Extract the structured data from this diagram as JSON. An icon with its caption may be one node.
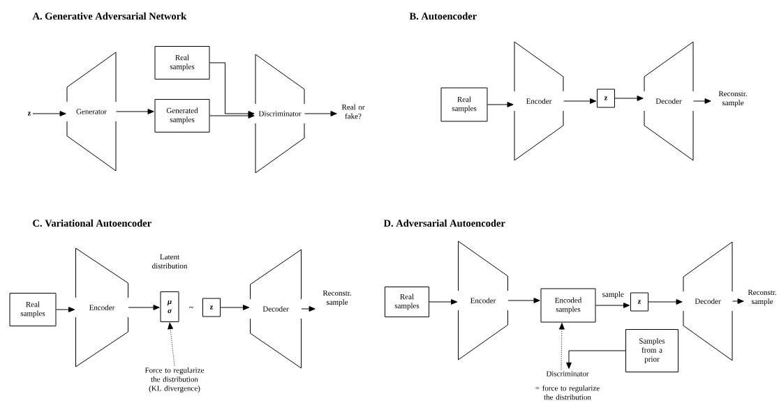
{
  "diagram": {
    "nodes": [
      {
        "text": [
          "z"
        ]
      },
      {
        "text": [
          "Generator"
        ]
      },
      {
        "text": [
          "Real samples"
        ]
      },
      {
        "text": [
          "Generated samples"
        ]
      },
      {
        "text": [
          "Discriminator"
        ]
      },
      {
        "text": [
          "Real or fake?"
        ]
      },
      {
        "text": [
          "Real samples"
        ]
      },
      {
        "text": [
          "Encoder"
        ]
      },
      {
        "text": [
          "z"
        ]
      },
      {
        "text": [
          "Decoder"
        ]
      },
      {
        "text": [
          "Reconstr. sample"
        ]
      },
      {
        "text": [
          "Real samples"
        ]
      },
      {
        "text": [
          "Encoder"
        ]
      },
      {
        "text": [
          "μ σ"
        ],
        "beside": [
          "Latent distribution"
        ]
      },
      {
        "text": [
          "z"
        ]
      },
      {
        "text": [
          "Decoder"
        ]
      },
      {
        "text": [
          "Reconstr. sample"
        ]
      },
      {
        "text": [
          "Force to regularize the distribution (KL divergence)"
        ]
      },
      {
        "text": [
          "Real samples"
        ]
      },
      {
        "text": [
          "Encoder"
        ]
      },
      {
        "text": [
          "Encoded samples"
        ]
      },
      {
        "text": [
          "z"
        ]
      },
      {
        "text": [
          "Decoder"
        ]
      },
      {
        "text": [
          "Reconstr. sample"
        ]
      },
      {
        "text": [
          "Samples from a prior"
        ]
      },
      {
        "text": [
          "Discriminator"
        ],
        "beside": [
          "= force to regularize the distribution"
        ]
      }
    ],
    "edges": [
      {
        "from": 0,
        "to": 1,
        "arrow": "to"
      },
      {
        "from": 1,
        "to": 3,
        "arrow": "to"
      },
      {
        "from": 2,
        "to": 4,
        "arrow": "to"
      },
      {
        "from": 3,
        "to": 4,
        "arrow": "to"
      },
      {
        "from": 4,
        "to": 5,
        "arrow": "to"
      },
      {
        "from": 6,
        "to": 7,
        "arrow": "to"
      },
      {
        "from": 7,
        "to": 8,
        "arrow": "to"
      },
      {
        "from": 8,
        "to": 9,
        "arrow": "to"
      },
      {
        "from": 9,
        "to": 10,
        "arrow": "to"
      },
      {
        "from": 11,
        "to": 12,
        "arrow": "to"
      },
      {
        "from": 12,
        "to": 13,
        "arrow": "to"
      },
      {
        "from": 14,
        "to": 15,
        "arrow": "to"
      },
      {
        "from": 15,
        "to": 16,
        "arrow": "to"
      },
      {
        "from": 17,
        "to": 13,
        "arrow": "to",
        "style": "dashed"
      },
      {
        "from": 18,
        "to": 19,
        "arrow": "to"
      },
      {
        "from": 19,
        "to": 20,
        "arrow": "to"
      },
      {
        "from": 20,
        "to": 21,
        "arrow": "to",
        "label": "sample"
      },
      {
        "from": 21,
        "to": 22,
        "arrow": "to"
      },
      {
        "from": 22,
        "to": 23,
        "arrow": "to"
      },
      {
        "from": 24,
        "to": 25,
        "arrow": "to"
      },
      {
        "from": 25,
        "to": 20,
        "arrow": "to",
        "style": "dashed"
      }
    ],
    "labels": [
      "A. Generative Adversarial Network",
      "B. Autoencoder",
      "C. Variational Autoencoder",
      "~",
      "D. Adversarial Autoencoder"
    ]
  }
}
